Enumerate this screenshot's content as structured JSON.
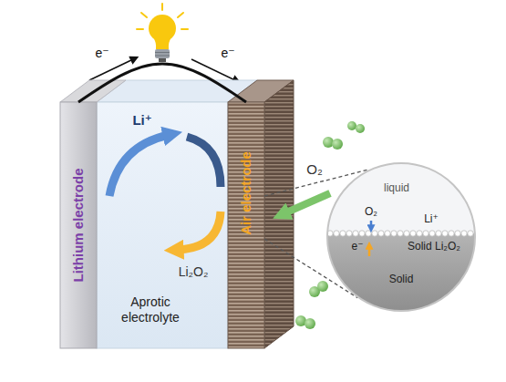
{
  "diagram": {
    "nodes": [
      {
        "text": [
          "Lithium electrode"
        ]
      },
      {
        "text": [
          "Li⁺",
          "Li₂O₂",
          "Aprotic electrolyte"
        ]
      },
      {
        "text": [
          "Air electrode"
        ]
      },
      {
        "text": [
          "liquid",
          "O₂",
          "Li⁺",
          "Solid Li₂O₂",
          "e⁻",
          "Solid"
        ]
      }
    ],
    "edges": [
      {
        "from": 0,
        "to": 2,
        "arrow": "none"
      },
      {
        "from": 2,
        "to": 3,
        "arrow": "none"
      }
    ],
    "labels": [
      "e⁻",
      "e⁻",
      "O₂"
    ]
  }
}
